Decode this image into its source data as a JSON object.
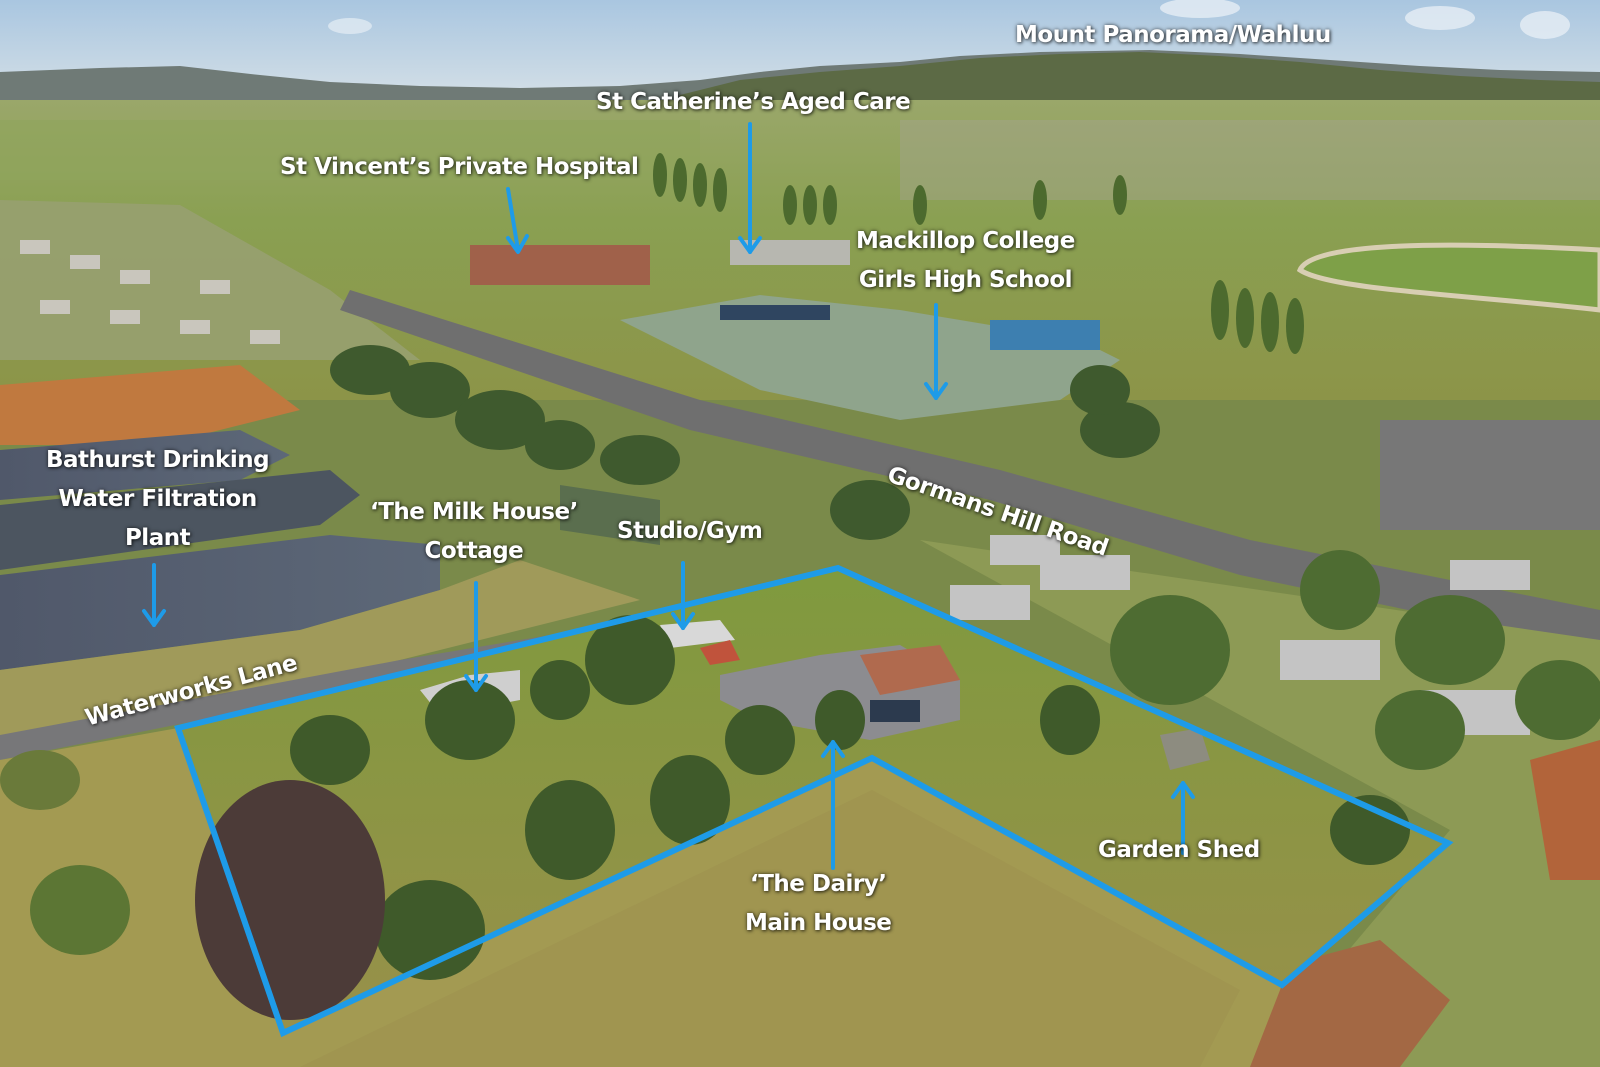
{
  "image": {
    "description": "Aerial real-estate photo of a rural property in Bathurst with labelled landmarks and a blue boundary outline",
    "accent_color": "#1e9be8",
    "label_color": "#ffffff"
  },
  "landmarks": {
    "mount_panorama": {
      "label": "Mount Panorama/Wahluu"
    },
    "st_catherines": {
      "label": "St Catherine’s Aged Care"
    },
    "st_vincents": {
      "label": "St Vincent’s Private Hospital"
    },
    "mackillop": {
      "line1": "Mackillop College",
      "line2": "Girls High School"
    },
    "filtration_plant": {
      "line1": "Bathurst Drinking",
      "line2": "Water Filtration",
      "line3": "Plant"
    }
  },
  "property": {
    "milk_house": {
      "line1": "‘The Milk House’",
      "line2": "Cottage"
    },
    "studio": {
      "label": "Studio/Gym"
    },
    "dairy": {
      "line1": "‘The Dairy’",
      "line2": "Main House"
    },
    "garden_shed": {
      "label": "Garden Shed"
    }
  },
  "roads": {
    "waterworks_lane": {
      "label": "Waterworks Lane"
    },
    "gormans_hill_road": {
      "label": "Gormans Hill Road"
    }
  }
}
